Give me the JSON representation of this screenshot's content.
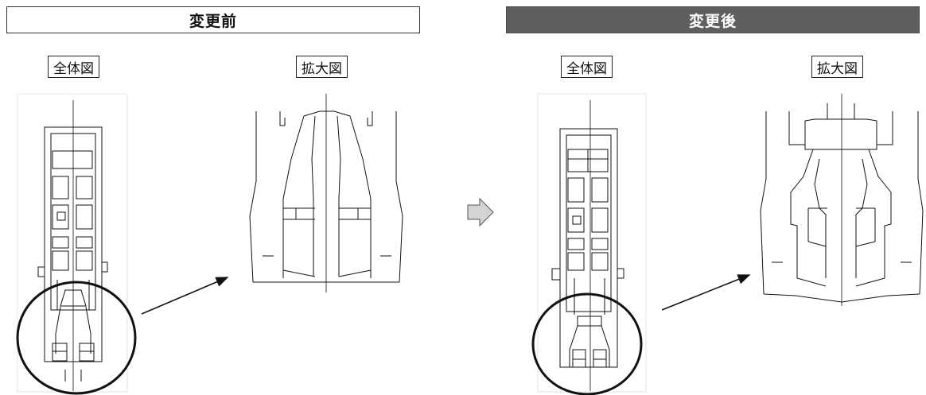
{
  "before": {
    "header": "変更前",
    "overall_label": "全体図",
    "enlarged_label": "拡大図"
  },
  "after": {
    "header": "変更後",
    "overall_label": "全体図",
    "enlarged_label": "拡大図"
  },
  "colors": {
    "line": "#111111",
    "after_header_bg": "#5f5f5f",
    "arrow_fill": "#d4d4d4"
  },
  "icons": {
    "transition": "right-arrow-icon",
    "zoom": "pointer-arrow-icon"
  }
}
